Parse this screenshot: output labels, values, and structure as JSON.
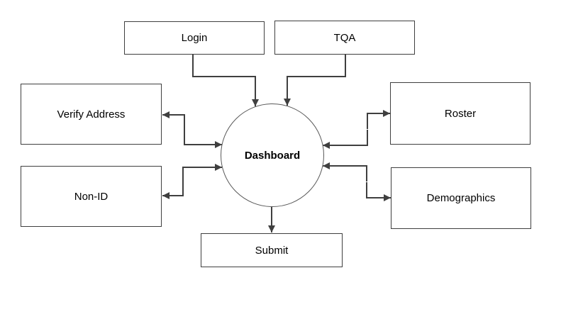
{
  "diagram": {
    "type": "flowchart",
    "background": "#ffffff",
    "line_color": "#3f3f3f",
    "box_border_color": "#3f3f3f",
    "circle_border_color": "#595959",
    "text_color": "#000000",
    "center_node": {
      "id": "dashboard",
      "label": "Dashboard",
      "shape": "circle"
    },
    "nodes": {
      "login": {
        "label": "Login",
        "shape": "rectangle"
      },
      "tqa": {
        "label": "TQA",
        "shape": "rectangle"
      },
      "verify_address": {
        "label": "Verify Address",
        "shape": "rectangle"
      },
      "non_id": {
        "label": "Non-ID",
        "shape": "rectangle"
      },
      "roster": {
        "label": "Roster",
        "shape": "rectangle"
      },
      "demographics": {
        "label": "Demographics",
        "shape": "rectangle"
      },
      "submit": {
        "label": "Submit",
        "shape": "rectangle"
      }
    },
    "edges": [
      {
        "from": "Login",
        "to": "Dashboard",
        "arrows": "to"
      },
      {
        "from": "TQA",
        "to": "Dashboard",
        "arrows": "to"
      },
      {
        "from": "Dashboard",
        "to": "Verify Address",
        "arrows": "both"
      },
      {
        "from": "Dashboard",
        "to": "Non-ID",
        "arrows": "both"
      },
      {
        "from": "Dashboard",
        "to": "Roster",
        "arrows": "both"
      },
      {
        "from": "Dashboard",
        "to": "Demographics",
        "arrows": "both"
      },
      {
        "from": "Dashboard",
        "to": "Submit",
        "arrows": "to"
      }
    ]
  }
}
